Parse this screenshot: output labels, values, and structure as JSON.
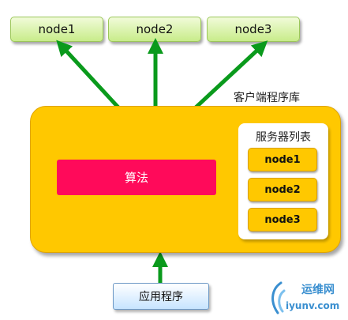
{
  "top_nodes": [
    "node1",
    "node2",
    "node3"
  ],
  "client_library": {
    "label": "客户端程序库"
  },
  "algorithm": {
    "label": "算法"
  },
  "server_list": {
    "title": "服务器列表",
    "items": [
      "node1",
      "node2",
      "node3"
    ]
  },
  "application": {
    "label": "应用程序"
  },
  "watermark": {
    "brand": "运维网",
    "site": "iyunv.com"
  },
  "colors": {
    "arrow": "#0a9a1c",
    "client_box": "#ffc800",
    "algorithm_box": "#ff0a5a",
    "node_top_fill": "#d9f2a8"
  }
}
